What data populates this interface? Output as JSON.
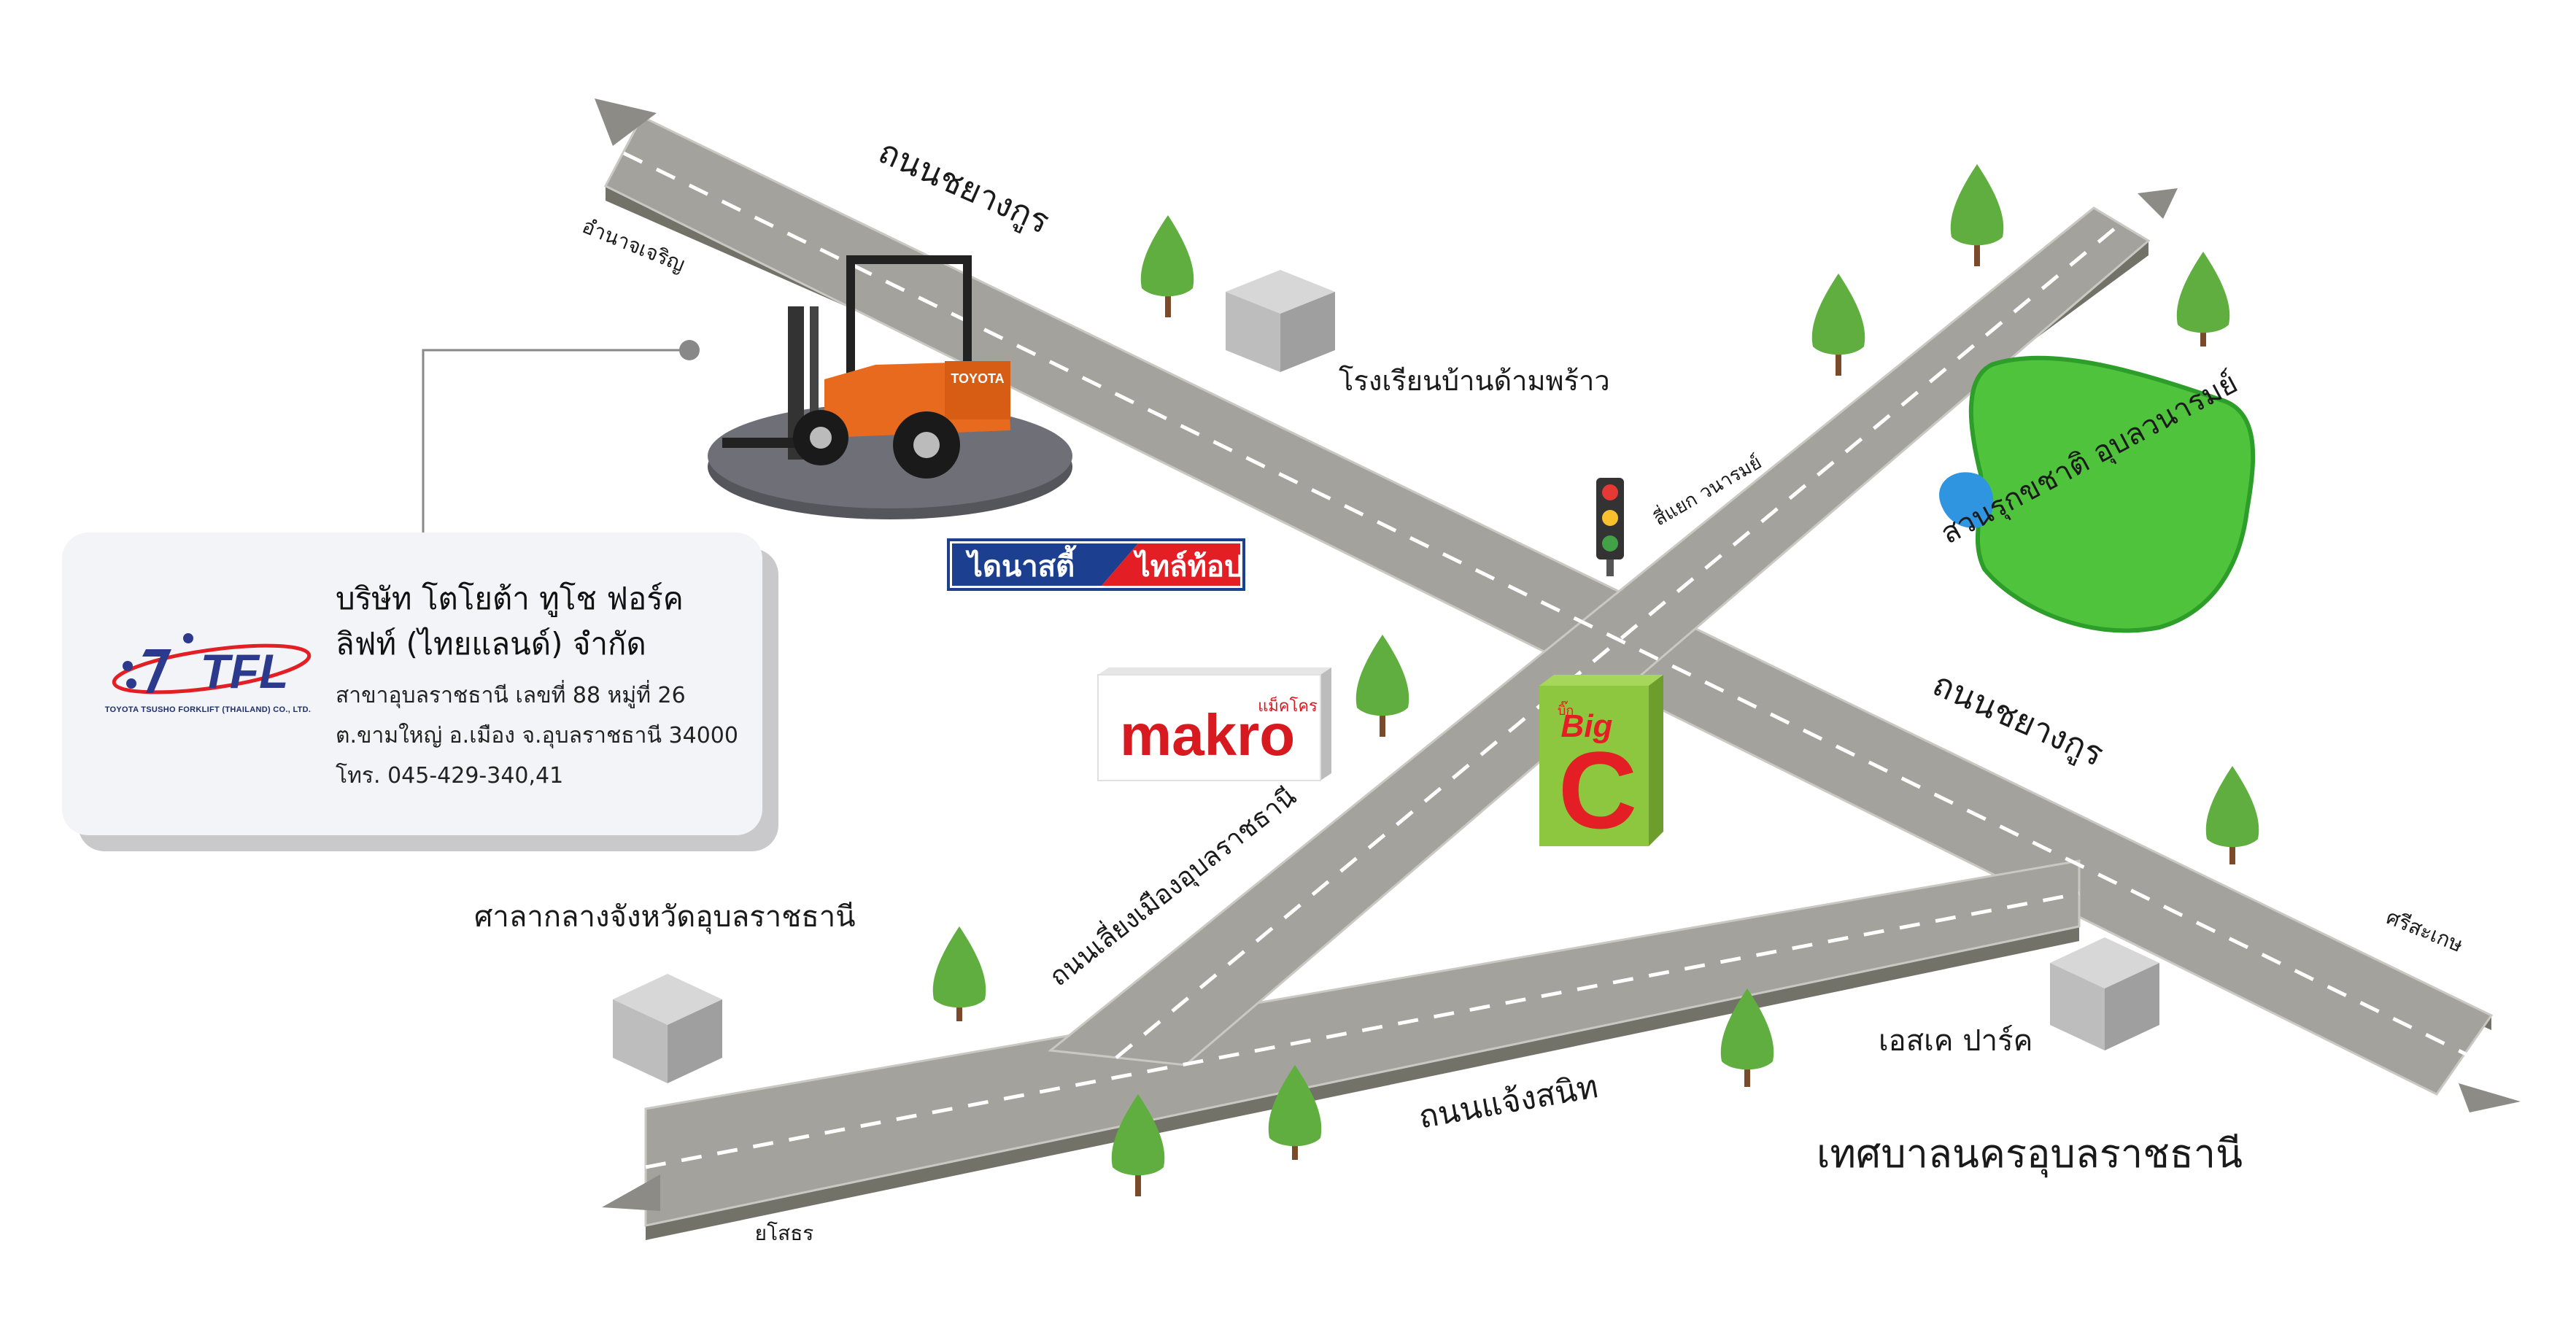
{
  "roads": {
    "north_road": "ถนนชยางกูร",
    "east_road": "ถนนชยางกูร",
    "ring_road": "ถนนเลี่ยงเมืองอุบลราชธานี",
    "south_road": "ถนนแจ้งสนิท"
  },
  "directions": {
    "northwest": "อำนาจเจริญ",
    "southeast": "ศรีสะเกษ",
    "southwest": "ยโสธร",
    "intersection": "สี่แยก วนารมย์"
  },
  "landmarks": {
    "school": "โรงเรียนบ้านด้ามพร้าว",
    "park": "สวนรุกขชาติ อุบลวนารมย์",
    "city_hall": "ศาลากลางจังหวัดอุบลราชธานี",
    "sk_park": "เอสเค ปาร์ค",
    "municipality": "เทศบาลนครอุบลราชธานี"
  },
  "stores": {
    "dynasty_left": "ไดนาสตี้",
    "dynasty_right": "ไทล์ท้อป",
    "makro_small": "แม็คโคร",
    "makro": "makro",
    "bigc_small": "บิ๊ก",
    "bigc_big": "Big",
    "bigc_c": "C"
  },
  "forklift_brand": "TOYOTA",
  "company": {
    "logo_text": "TFL",
    "logo_sub": "TOYOTA TSUSHO FORKLIFT (THAILAND) CO., LTD.",
    "name": "บริษัท โตโยต้า ทูโช ฟอร์คลิฟท์ (ไทยแลนด์) จำกัด",
    "address1": "สาขาอุบลราชธานี เลขที่ 88 หมู่ที่ 26",
    "address2": "ต.ขามใหญ่ อ.เมือง จ.อุบลราชธานี 34000",
    "phone": "โทร. 045-429-340,41"
  },
  "colors": {
    "road": "#a3a29c",
    "road_side": "#737268",
    "park_green": "#4fc33c",
    "tree_green": "#5fae3f",
    "forklift_orange": "#e86a1e",
    "bigc_green": "#8dc63f",
    "bigc_red": "#e31e24",
    "makro_red": "#d71920",
    "dynasty_blue": "#1d3f8f",
    "logo_blue": "#2b3a8c"
  }
}
